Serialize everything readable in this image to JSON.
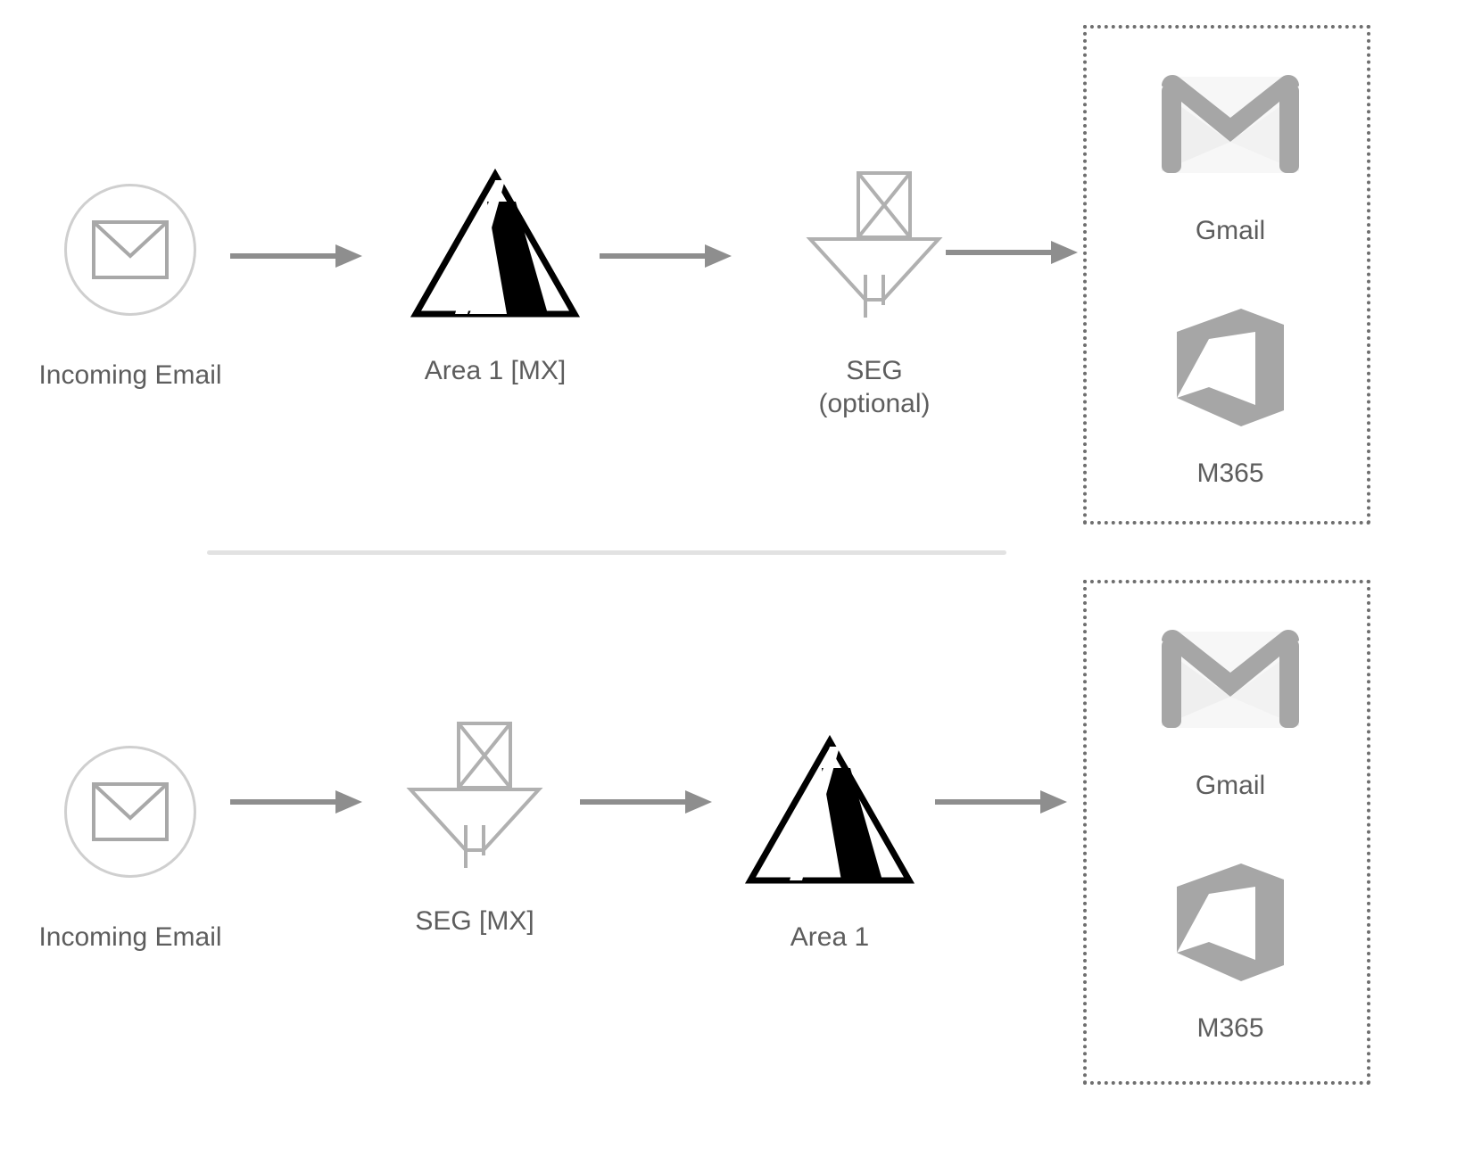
{
  "diagram": {
    "title": "Email routing flow: Area 1 before or after SEG",
    "type": "flow-diagram",
    "colors": {
      "text": "#5d5d5d",
      "arrow": "#8e8e8e",
      "icon_outline": "#a8a8a8",
      "circle_outline": "#cfcfcf",
      "divider": "#e2e2e2",
      "dotted_border": "#6e6e6e",
      "logo_gray": "#a6a6a6",
      "logo_gray_light": "#f4f4f4",
      "area1_black": "#000000"
    },
    "rows": [
      {
        "id": "row-top",
        "stages": [
          {
            "id": "incoming-email",
            "label": "Incoming Email",
            "icon": "envelope-in-circle-icon"
          },
          {
            "id": "area1-mx",
            "label": "Area 1 [MX]",
            "icon": "area1-triangle-logo"
          },
          {
            "id": "seg-optional",
            "label": "SEG\n(optional)",
            "icon": "seg-funnel-icon"
          }
        ],
        "arrows": [
          "arrow-right-icon",
          "arrow-right-icon",
          "arrow-right-icon"
        ],
        "destination": {
          "id": "dest-top",
          "items": [
            {
              "label": "Gmail",
              "icon": "gmail-logo"
            },
            {
              "label": "M365",
              "icon": "m365-logo"
            }
          ]
        }
      },
      {
        "id": "row-bottom",
        "stages": [
          {
            "id": "incoming-email-2",
            "label": "Incoming Email",
            "icon": "envelope-in-circle-icon"
          },
          {
            "id": "seg-mx",
            "label": "SEG [MX]",
            "icon": "seg-funnel-icon"
          },
          {
            "id": "area1",
            "label": "Area 1",
            "icon": "area1-triangle-logo"
          }
        ],
        "arrows": [
          "arrow-right-icon",
          "arrow-right-icon",
          "arrow-right-icon"
        ],
        "destination": {
          "id": "dest-bottom",
          "items": [
            {
              "label": "Gmail",
              "icon": "gmail-logo"
            },
            {
              "label": "M365",
              "icon": "m365-logo"
            }
          ]
        }
      }
    ]
  }
}
